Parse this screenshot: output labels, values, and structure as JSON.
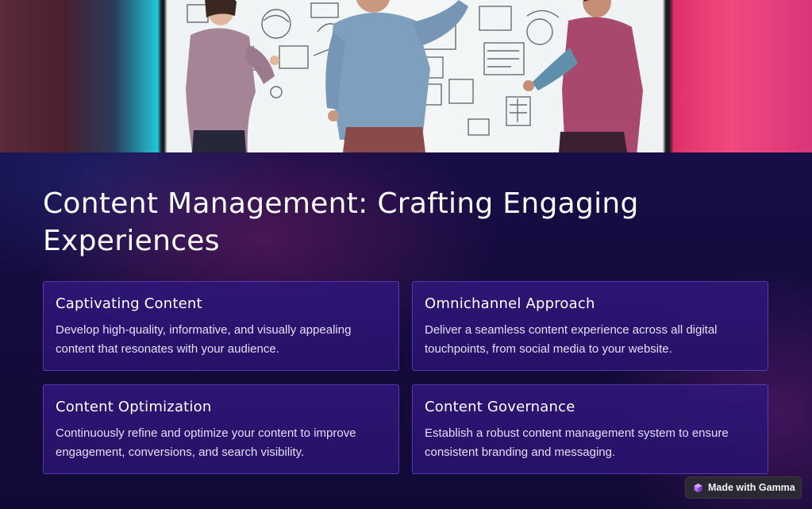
{
  "hero": {
    "icon": "whiteboard-team-photo"
  },
  "title": "Content Management: Crafting Engaging Experiences",
  "cards": [
    {
      "title": "Captivating Content",
      "body": "Develop high-quality, informative, and visually appealing content that resonates with your audience."
    },
    {
      "title": "Omnichannel Approach",
      "body": "Deliver a seamless content experience across all digital touchpoints, from social media to your website."
    },
    {
      "title": "Content Optimization",
      "body": "Continuously refine and optimize your content to improve engagement, conversions, and search visibility."
    },
    {
      "title": "Content Governance",
      "body": "Establish a robust content management system to ensure consistent branding and messaging."
    }
  ],
  "badge": {
    "label": "Made with Gamma",
    "icon": "gamma-logo-icon"
  },
  "colors": {
    "background": "#140b3a",
    "card": "#2e1676",
    "card_border": "#7d5adc",
    "accent_pink": "#e0306b",
    "accent_cyan": "#22c7d6"
  }
}
